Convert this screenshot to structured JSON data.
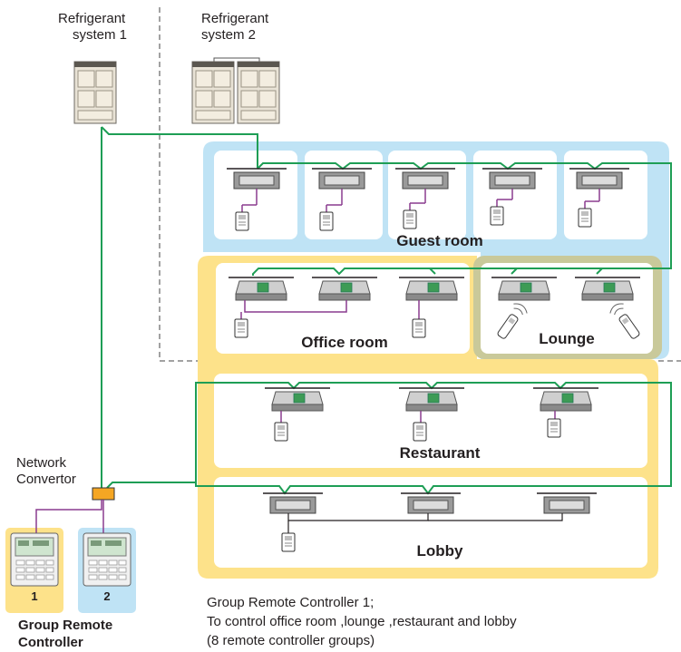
{
  "systems": {
    "system1_line1": "Refrigerant",
    "system1_line2": "system 1",
    "system2_line1": "Refrigerant",
    "system2_line2": "system 2"
  },
  "rooms": {
    "guest": "Guest room",
    "office": "Office room",
    "lounge": "Lounge",
    "restaurant": "Restaurant",
    "lobby": "Lobby"
  },
  "network": {
    "line1": "Network",
    "line2": "Convertor"
  },
  "controllers": {
    "num1": "1",
    "num2": "2",
    "title_line1": "Group Remote",
    "title_line2": "Controller"
  },
  "caption": {
    "line1": "Group Remote Controller 1;",
    "line2": "To control office room ,lounge ,restaurant and lobby",
    "line3": "(8 remote controller groups)"
  },
  "colors": {
    "blue_zone": "#bfe3f5",
    "yellow_zone": "#fde28a",
    "green_zone": "#c9c99a",
    "pipe_green": "#1e9e55",
    "wire_purple": "#8a3c8f",
    "convertor": "#f5a623"
  }
}
